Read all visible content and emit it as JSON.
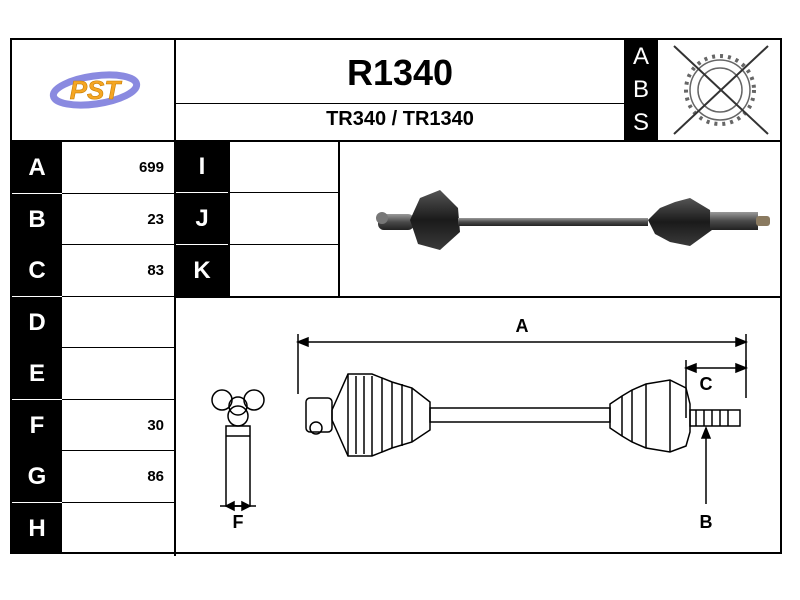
{
  "header": {
    "part_number": "R1340",
    "references": "TR340 / TR1340",
    "abs_letters": [
      "A",
      "B",
      "S"
    ]
  },
  "logo": {
    "text": "PST",
    "colors": {
      "ring": "#7b7bd6",
      "letters": "#f5a623"
    }
  },
  "specs": [
    {
      "label": "A",
      "value": "699"
    },
    {
      "label": "B",
      "value": "23"
    },
    {
      "label": "C",
      "value": "83"
    },
    {
      "label": "D",
      "value": ""
    },
    {
      "label": "E",
      "value": ""
    },
    {
      "label": "F",
      "value": "30"
    },
    {
      "label": "G",
      "value": "86"
    },
    {
      "label": "H",
      "value": ""
    }
  ],
  "specs_extra": [
    {
      "label": "I",
      "value": ""
    },
    {
      "label": "J",
      "value": ""
    },
    {
      "label": "K",
      "value": ""
    }
  ],
  "diagram": {
    "dim_a": "A",
    "dim_b": "B",
    "dim_c": "C",
    "dim_f": "F"
  }
}
